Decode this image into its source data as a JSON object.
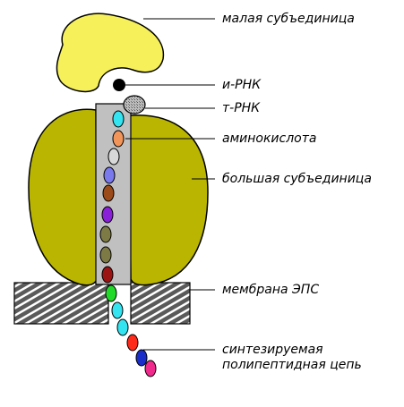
{
  "labels": {
    "small_subunit": "малая субъединица",
    "mrna": "и-РНК",
    "trna": "т-РНК",
    "amino_acid": "аминокислота",
    "large_subunit": "большая субъединица",
    "membrane": "мембрана ЭПС",
    "chain_line1": "синтезируемая",
    "chain_line2": "полипептидная цепь"
  },
  "colors": {
    "subunit_fill": "#b9b500",
    "subunit_small_fill": "#f6f05a",
    "channel_fill": "#c0c0c0",
    "membrane_fill": "#5a5a5a",
    "trna_fill": "#888888"
  },
  "chain": [
    {
      "color": "#34e4f0"
    },
    {
      "color": "#f2955a"
    },
    {
      "color": "#d8d8d8"
    },
    {
      "color": "#7a7aec"
    },
    {
      "color": "#9b4a1a"
    },
    {
      "color": "#8a1fd8"
    },
    {
      "color": "#7d7a46"
    },
    {
      "color": "#7d7a46"
    },
    {
      "color": "#9b1313"
    },
    {
      "color": "#22d828"
    },
    {
      "color": "#34e4f0"
    },
    {
      "color": "#34e4f0"
    },
    {
      "color": "#ff2a1a"
    },
    {
      "color": "#1a2dc8"
    },
    {
      "color": "#f02a8c"
    }
  ]
}
